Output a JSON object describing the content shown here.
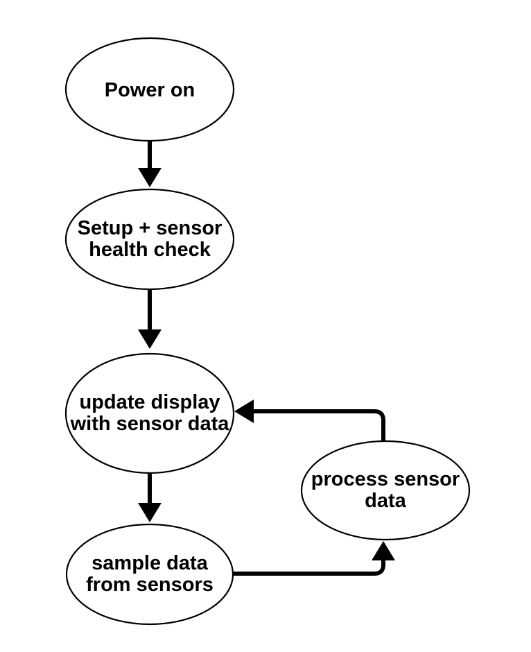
{
  "diagram": {
    "type": "flowchart",
    "background_color": "#ffffff",
    "line_color": "#000000",
    "text_color": "#000000",
    "node_fill_color": "#ffffff",
    "node_shape": "ellipse",
    "nodes": [
      {
        "id": "power-on",
        "lines": [
          "Power on",
          ""
        ]
      },
      {
        "id": "setup-health-check",
        "lines": [
          "Setup + sensor",
          "health check"
        ]
      },
      {
        "id": "update-display",
        "lines": [
          "update display",
          "with sensor data"
        ]
      },
      {
        "id": "sample-data",
        "lines": [
          "sample data",
          "from sensors"
        ]
      },
      {
        "id": "process-data",
        "lines": [
          "process sensor",
          "data"
        ]
      }
    ],
    "edges": [
      {
        "from": "power-on",
        "to": "setup-health-check",
        "style": "straight-down"
      },
      {
        "from": "setup-health-check",
        "to": "update-display",
        "style": "straight-down"
      },
      {
        "from": "update-display",
        "to": "sample-data",
        "style": "straight-down"
      },
      {
        "from": "sample-data",
        "to": "process-data",
        "style": "right-then-up"
      },
      {
        "from": "process-data",
        "to": "update-display",
        "style": "up-then-left"
      }
    ]
  }
}
